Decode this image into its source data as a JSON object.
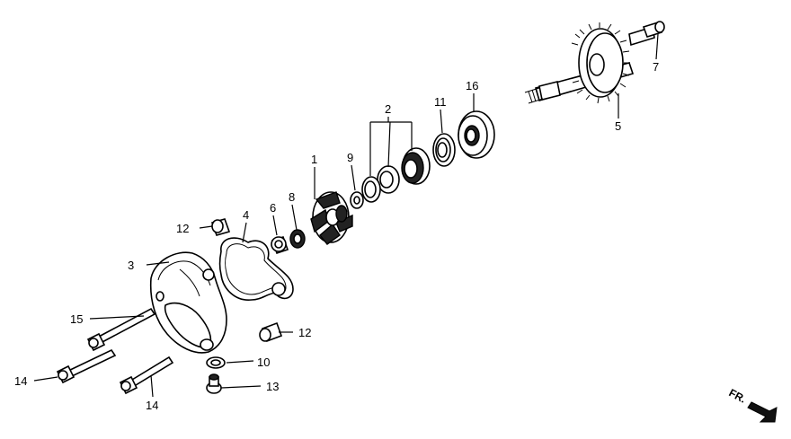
{
  "callouts": {
    "p1": "1",
    "p2": "2",
    "p3": "3",
    "p4": "4",
    "p5": "5",
    "p6": "6",
    "p7": "7",
    "p8": "8",
    "p9": "9",
    "p10": "10",
    "p11": "11",
    "p12a": "12",
    "p12b": "12",
    "p13": "13",
    "p14a": "14",
    "p14b": "14",
    "p15": "15",
    "p16": "16"
  },
  "direction_label": "FR."
}
